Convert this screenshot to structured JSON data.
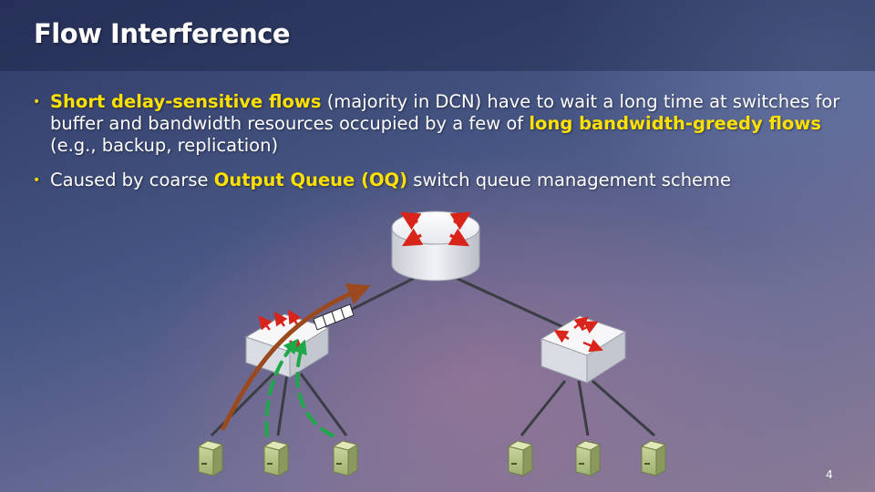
{
  "title": "Flow Interference",
  "bullets": [
    {
      "seg1": "Short delay-sensitive flows",
      "seg2": " (majority in DCN) have to wait a long time at switches for buffer and bandwidth resources occupied by a few of ",
      "seg3": "long bandwidth-greedy flows",
      "seg4": " (e.g., backup, replication)"
    },
    {
      "seg1": "Caused by coarse ",
      "seg2": "Output Queue (OQ)",
      "seg3": " switch queue management scheme"
    }
  ],
  "diagram": {
    "core_router_icon": "router-icon",
    "switch_icon": "switch-icon",
    "server_icon": "server-icon",
    "colors": {
      "long_flow": "#9a4a1e",
      "short_flow": "#1fa84a",
      "arrow": "#d9241c",
      "highlight": "#ffe100"
    }
  },
  "page_number": "4"
}
